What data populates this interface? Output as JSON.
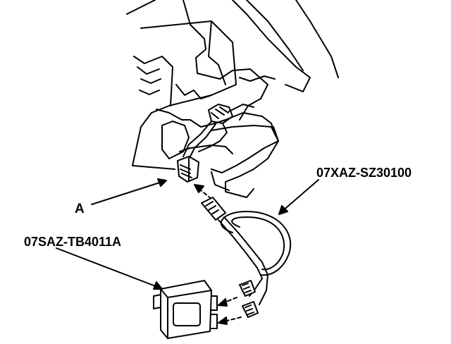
{
  "labels": {
    "connector_a": "A",
    "harness_part": "07XAZ-SZ30100",
    "box_part": "07SAZ-TB4011A"
  },
  "colors": {
    "line": "#000000",
    "background": "#ffffff"
  },
  "icons": {
    "connector": "connector-icon",
    "test-box": "test-box-icon",
    "harness": "cable-harness-icon"
  }
}
